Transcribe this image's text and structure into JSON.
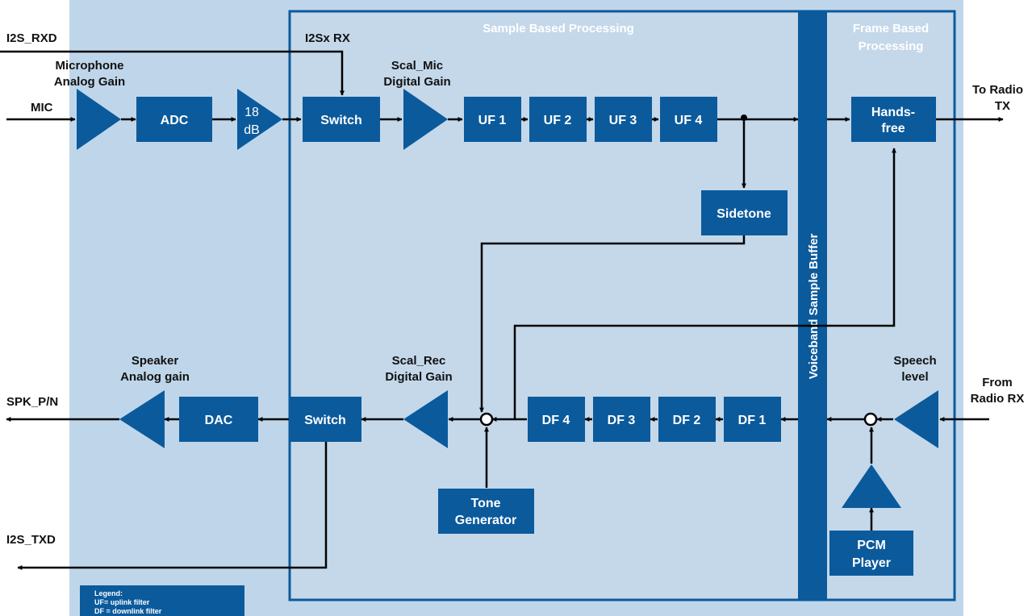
{
  "regions": {
    "sample_based": "Sample Based Processing",
    "frame_based_line1": "Frame Based",
    "frame_based_line2": "Processing",
    "buffer": "Voiceband Sample Buffer"
  },
  "signals": {
    "i2s_rxd": "I2S_RXD",
    "i2sx_rx": "I2Sx RX",
    "mic": "MIC",
    "to_radio_tx_1": "To Radio",
    "to_radio_tx_2": "TX",
    "from_radio_rx_1": "From",
    "from_radio_rx_2": "Radio RX",
    "spk": "SPK_P/N",
    "i2s_txd": "I2S_TXD"
  },
  "labels": {
    "mic_gain_1": "Microphone",
    "mic_gain_2": "Analog Gain",
    "scal_mic_1": "Scal_Mic",
    "scal_mic_2": "Digital Gain",
    "scal_rec_1": "Scal_Rec",
    "scal_rec_2": "Digital Gain",
    "spk_gain_1": "Speaker",
    "spk_gain_2": "Analog gain",
    "speech_level_1": "Speech",
    "speech_level_2": "level"
  },
  "blocks": {
    "adc": "ADC",
    "amp18_1": "18",
    "amp18_2": "dB",
    "switch_up": "Switch",
    "uf1": "UF 1",
    "uf2": "UF 2",
    "uf3": "UF 3",
    "uf4": "UF 4",
    "handsfree_1": "Hands-",
    "handsfree_2": "free",
    "sidetone": "Sidetone",
    "df4": "DF 4",
    "df3": "DF 3",
    "df2": "DF 2",
    "df1": "DF 1",
    "switch_down": "Switch",
    "dac": "DAC",
    "tone_1": "Tone",
    "tone_2": "Generator",
    "pcm_1": "PCM",
    "pcm_2": "Player"
  },
  "legend": {
    "title": "Legend:",
    "uf": "UF= uplink filter",
    "df": "DF = downlink filter"
  },
  "colors": {
    "outer_bg": "#bfd6ea",
    "inner_bg": "#c4d8ea",
    "block": "#0b5a9c",
    "wire": "#000000"
  }
}
